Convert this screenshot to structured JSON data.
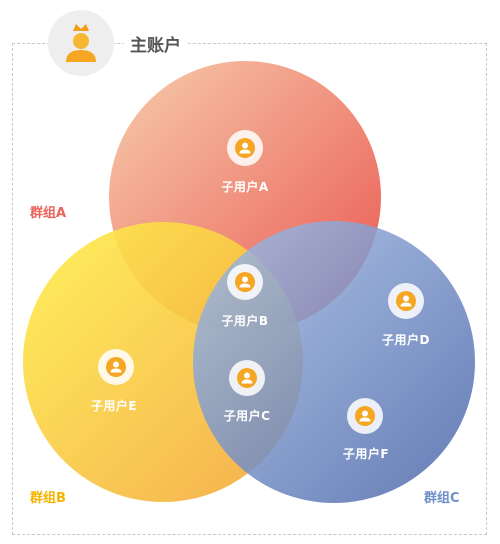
{
  "master": {
    "label": "主账户",
    "icon": "crowned-user-icon",
    "icon_colors": {
      "head": "#f7b733",
      "crown": "#f39c12",
      "body": "#f5a623"
    }
  },
  "groups": [
    {
      "id": "A",
      "label": "群组A",
      "color": "#e8635a"
    },
    {
      "id": "B",
      "label": "群组B",
      "color": "#f5b400"
    },
    {
      "id": "C",
      "label": "群组C",
      "color": "#6e8fc7"
    }
  ],
  "users": [
    {
      "id": "A",
      "label": "子用户A",
      "icon": "user-icon"
    },
    {
      "id": "B",
      "label": "子用户B",
      "icon": "user-icon"
    },
    {
      "id": "C",
      "label": "子用户C",
      "icon": "user-icon"
    },
    {
      "id": "D",
      "label": "子用户D",
      "icon": "user-icon"
    },
    {
      "id": "E",
      "label": "子用户E",
      "icon": "user-icon"
    },
    {
      "id": "F",
      "label": "子用户F",
      "icon": "user-icon"
    }
  ],
  "colors": {
    "user_icon_fill": "#f5a623",
    "frame_border": "#c8c8c8",
    "circle_a_from": "#f6c9a6",
    "circle_a_to": "#e8463f",
    "circle_b_from": "#fff04a",
    "circle_b_to": "#f3a43a",
    "circle_c_from": "#a6bfe6",
    "circle_c_to": "#4863a7"
  }
}
